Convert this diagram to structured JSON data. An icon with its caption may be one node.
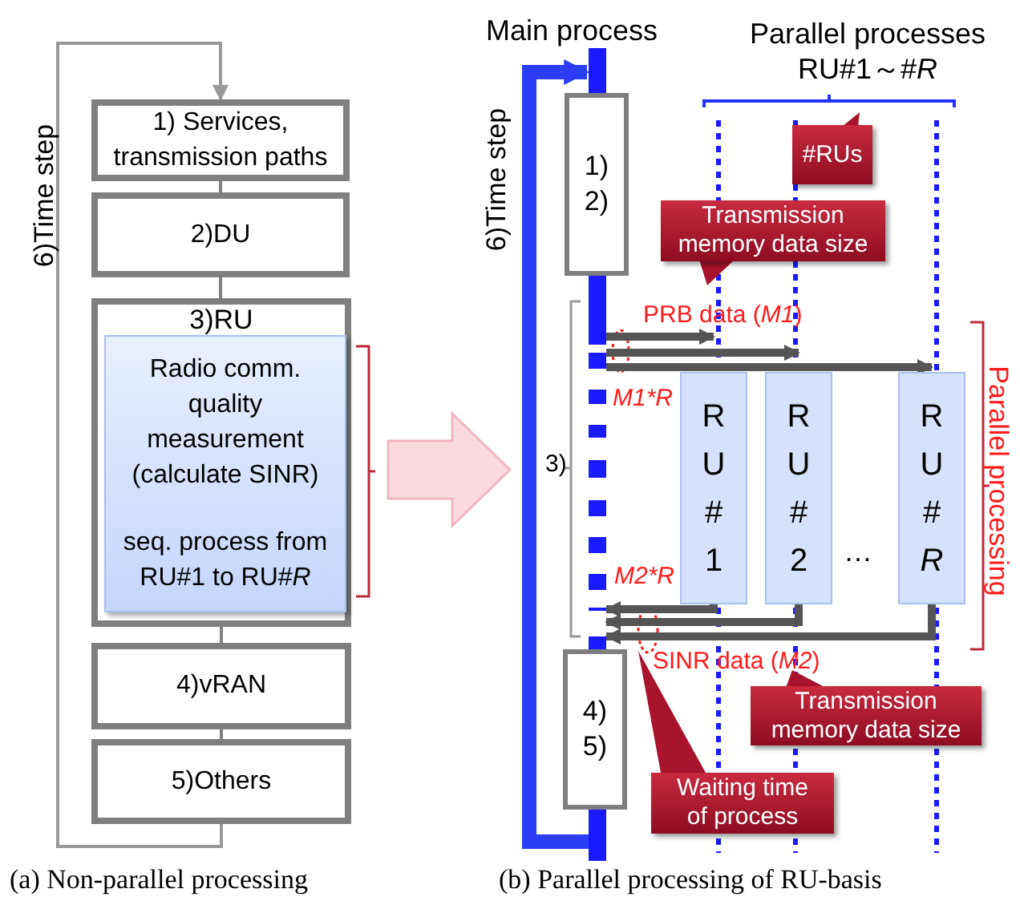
{
  "diagram": {
    "nodes": [
      {
        "text": [
          "1) Services, transmission paths"
        ]
      },
      {
        "text": [
          "2)DU"
        ]
      },
      {
        "text": [
          "3)RU"
        ]
      },
      {
        "text": [
          "Radio comm. quality measurement (calculate SINR)",
          "seq. process from RU#1 to RU#*R*"
        ],
        "in": 2
      },
      {
        "text": [
          "4)vRAN"
        ]
      },
      {
        "text": [
          "5)Others"
        ]
      },
      {
        "text": [],
        "shape": "bar"
      },
      {
        "text": [
          "1) 2)"
        ]
      },
      {
        "text": [
          "#RUs"
        ]
      },
      {
        "text": [
          "Transmission memory data size"
        ]
      },
      {
        "text": [
          "RU#1"
        ]
      },
      {
        "text": [
          "RU#2"
        ]
      },
      {
        "text": [
          "RU#*R*"
        ]
      },
      {
        "text": [
          "Transmission memory data size"
        ]
      },
      {
        "text": [
          "4) 5)"
        ]
      },
      {
        "text": [
          "Waiting time of process"
        ]
      }
    ],
    "edges": [
      {
        "from": 0,
        "to": 1,
        "arrow": "none"
      },
      {
        "from": 1,
        "to": 2,
        "arrow": "none"
      },
      {
        "from": 2,
        "to": 4,
        "arrow": "none"
      },
      {
        "from": 4,
        "to": 5,
        "arrow": "none"
      },
      {
        "from": 5,
        "to": 0,
        "arrow": "to",
        "color": "#999999"
      },
      {
        "from": 2,
        "to": 6,
        "arrow": "to",
        "style": "thick",
        "color": "#fadade"
      },
      {
        "from": null,
        "to": 6,
        "arrow": "to",
        "style": "thick",
        "color": "#2b3df5"
      },
      {
        "from": 6,
        "to": 10,
        "arrow": "to",
        "color": "#555555"
      },
      {
        "from": 6,
        "to": 11,
        "arrow": "to",
        "color": "#555555"
      },
      {
        "from": 6,
        "to": 12,
        "arrow": "to",
        "color": "#555555"
      },
      {
        "from": 10,
        "to": 6,
        "arrow": "to",
        "color": "#555555"
      },
      {
        "from": 11,
        "to": 6,
        "arrow": "to",
        "color": "#555555"
      },
      {
        "from": 12,
        "to": 6,
        "arrow": "to",
        "color": "#555555"
      },
      {
        "from": 15,
        "to": null,
        "arrow": "to",
        "color": "#a8142b"
      }
    ],
    "labels": [
      "6)Time step",
      "Main process",
      "Parallel processes RU#1～#*R*",
      "6)Time step",
      "PRB data (*M1*)",
      "M1*R",
      "3)",
      "…",
      "Parallel processing",
      "M2*R",
      "SINR data (*M2*)",
      "(a) Non-parallel processing",
      "(b) Parallel processing of RU-basis"
    ]
  }
}
